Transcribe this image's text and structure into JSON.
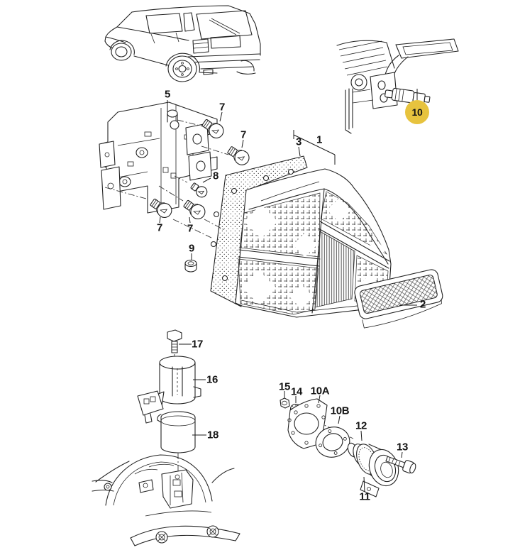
{
  "diagram": {
    "background_color": "#ffffff",
    "ink_color": "#222222",
    "highlight_color": "#e7c33e",
    "selected_callout": "10"
  },
  "callouts": [
    {
      "text": "5"
    },
    {
      "text": "7"
    },
    {
      "text": "7"
    },
    {
      "text": "8"
    },
    {
      "text": "7"
    },
    {
      "text": "7"
    },
    {
      "text": "9"
    },
    {
      "text": "3"
    },
    {
      "text": "1"
    },
    {
      "text": "10",
      "highlighted": true
    },
    {
      "text": "2"
    },
    {
      "text": "17"
    },
    {
      "text": "16"
    },
    {
      "text": "18"
    },
    {
      "text": "15"
    },
    {
      "text": "14"
    },
    {
      "text": "10A"
    },
    {
      "text": "10B"
    },
    {
      "text": "12"
    },
    {
      "text": "13"
    },
    {
      "text": "11"
    }
  ]
}
